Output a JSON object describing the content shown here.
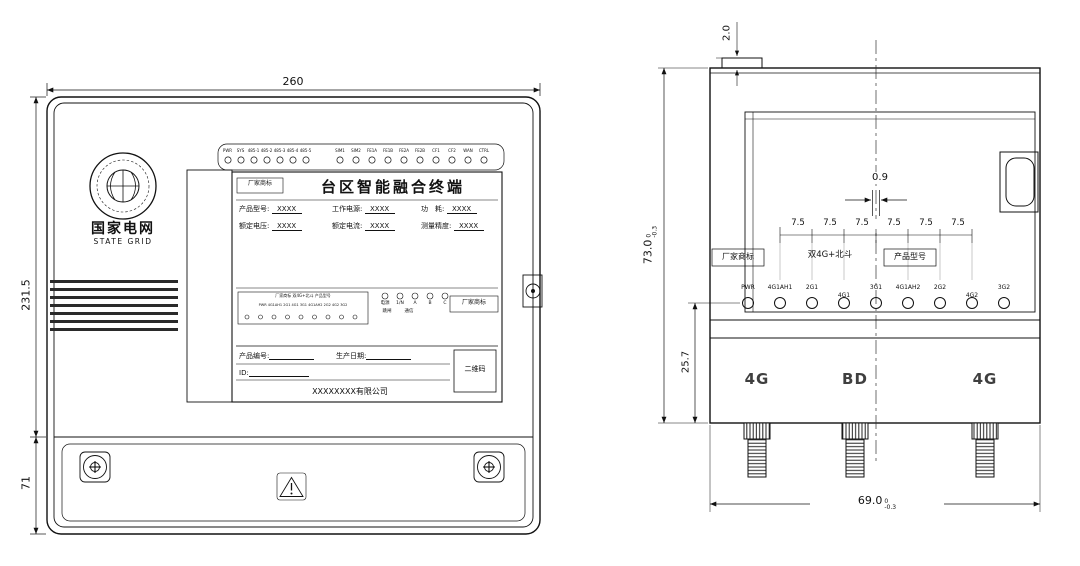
{
  "drawing": {
    "left": {
      "dim_width": "260",
      "dim_height_main": "231.5",
      "dim_height_bottom": "71",
      "top_leds": {
        "group1": [
          "PWR",
          "SYS",
          "485-1",
          "485-2",
          "485-3",
          "485-4",
          "485-5"
        ],
        "group2": [
          "SIM1",
          "SIM2",
          "FE1A",
          "FE1B",
          "FE2A",
          "FE2B",
          "CF1",
          "CF2",
          "WAN",
          "CTRL"
        ]
      },
      "logo_cn": "国家电网",
      "logo_en": "STATE GRID",
      "panel": {
        "brand_box": "厂家商标",
        "title": "台区智能融合终端",
        "f1_label": "产品型号:",
        "f1_value": "XXXX",
        "f2_label": "工作电源:",
        "f2_value": "XXXX",
        "f3_label": "功　耗:",
        "f3_value": "XXXX",
        "f4_label": "额定电压:",
        "f4_value": "XXXX",
        "f5_label": "额定电流:",
        "f5_value": "XXXX",
        "f6_label": "测量精度:",
        "f6_value": "XXXX",
        "mini_header": "厂家商标  双4G+北斗  产品型号",
        "mini_leds": "PWR 4G1AH1 2G1 4G1 3G1 4G1AH2 2G2 4G2 3G2",
        "brand_box_right": "厂家商标",
        "status_labels": [
          "电源",
          "1/N",
          "A",
          "B",
          "C"
        ],
        "status_labels2": [
          "跳闸",
          "通信"
        ],
        "serial_label": "产品编号:",
        "date_label": "生产日期:",
        "id_label": "ID:",
        "qr_label": "二维码",
        "company": "XXXXXXXX有限公司"
      }
    },
    "right": {
      "dim_tab": "2.0",
      "dim_height": "73.0",
      "dim_height_tol_top": "0",
      "dim_height_tol_bot": "-0.3",
      "dim_gap": "0.9",
      "dim_pitch": "7.5",
      "dim_led_height": "25.7",
      "dim_width": "69.0",
      "dim_width_tol_top": "0",
      "dim_width_tol_bot": "-0.3",
      "brand_box": "厂家商标",
      "type_text": "双4G+北斗",
      "model_box": "产品型号",
      "led_labels": [
        "PWR",
        "4G1AH1",
        "2G1",
        "4G1",
        "3G1",
        "4G1AH2",
        "2G2",
        "4G2",
        "3G2"
      ],
      "port_labels": [
        "4G",
        "BD",
        "4G"
      ]
    }
  }
}
